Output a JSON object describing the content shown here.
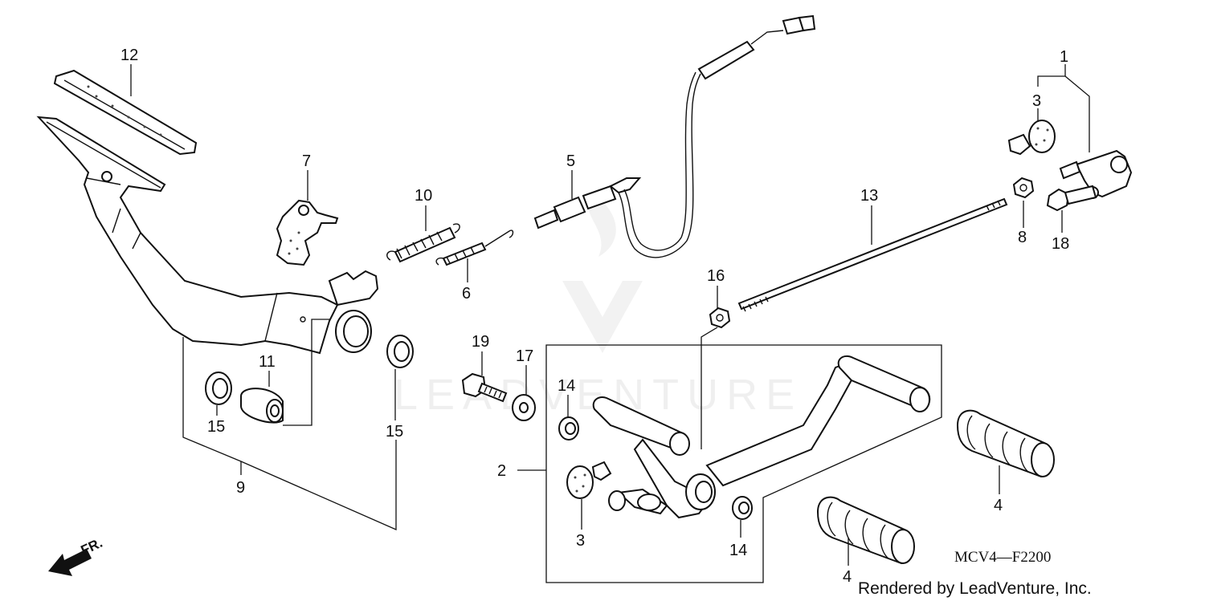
{
  "callouts": [
    {
      "id": "c12",
      "label": "12"
    },
    {
      "id": "c7",
      "label": "7"
    },
    {
      "id": "c10",
      "label": "10"
    },
    {
      "id": "c5",
      "label": "5"
    },
    {
      "id": "c6",
      "label": "6"
    },
    {
      "id": "c1",
      "label": "1"
    },
    {
      "id": "c3a",
      "label": "3"
    },
    {
      "id": "c13",
      "label": "13"
    },
    {
      "id": "c8",
      "label": "8"
    },
    {
      "id": "c18",
      "label": "18"
    },
    {
      "id": "c16",
      "label": "16"
    },
    {
      "id": "c11",
      "label": "11"
    },
    {
      "id": "c19",
      "label": "19"
    },
    {
      "id": "c17",
      "label": "17"
    },
    {
      "id": "c14a",
      "label": "14"
    },
    {
      "id": "c15a",
      "label": "15"
    },
    {
      "id": "c15b",
      "label": "15"
    },
    {
      "id": "c9",
      "label": "9"
    },
    {
      "id": "c2",
      "label": "2"
    },
    {
      "id": "c3b",
      "label": "3"
    },
    {
      "id": "c14b",
      "label": "14"
    },
    {
      "id": "c4a",
      "label": "4"
    },
    {
      "id": "c4b",
      "label": "4"
    }
  ],
  "direction_label": "FR.",
  "diagram_code": "MCV4—F2200",
  "credit": "Rendered by LeadVenture, Inc.",
  "watermark": "LEADVENTURE"
}
